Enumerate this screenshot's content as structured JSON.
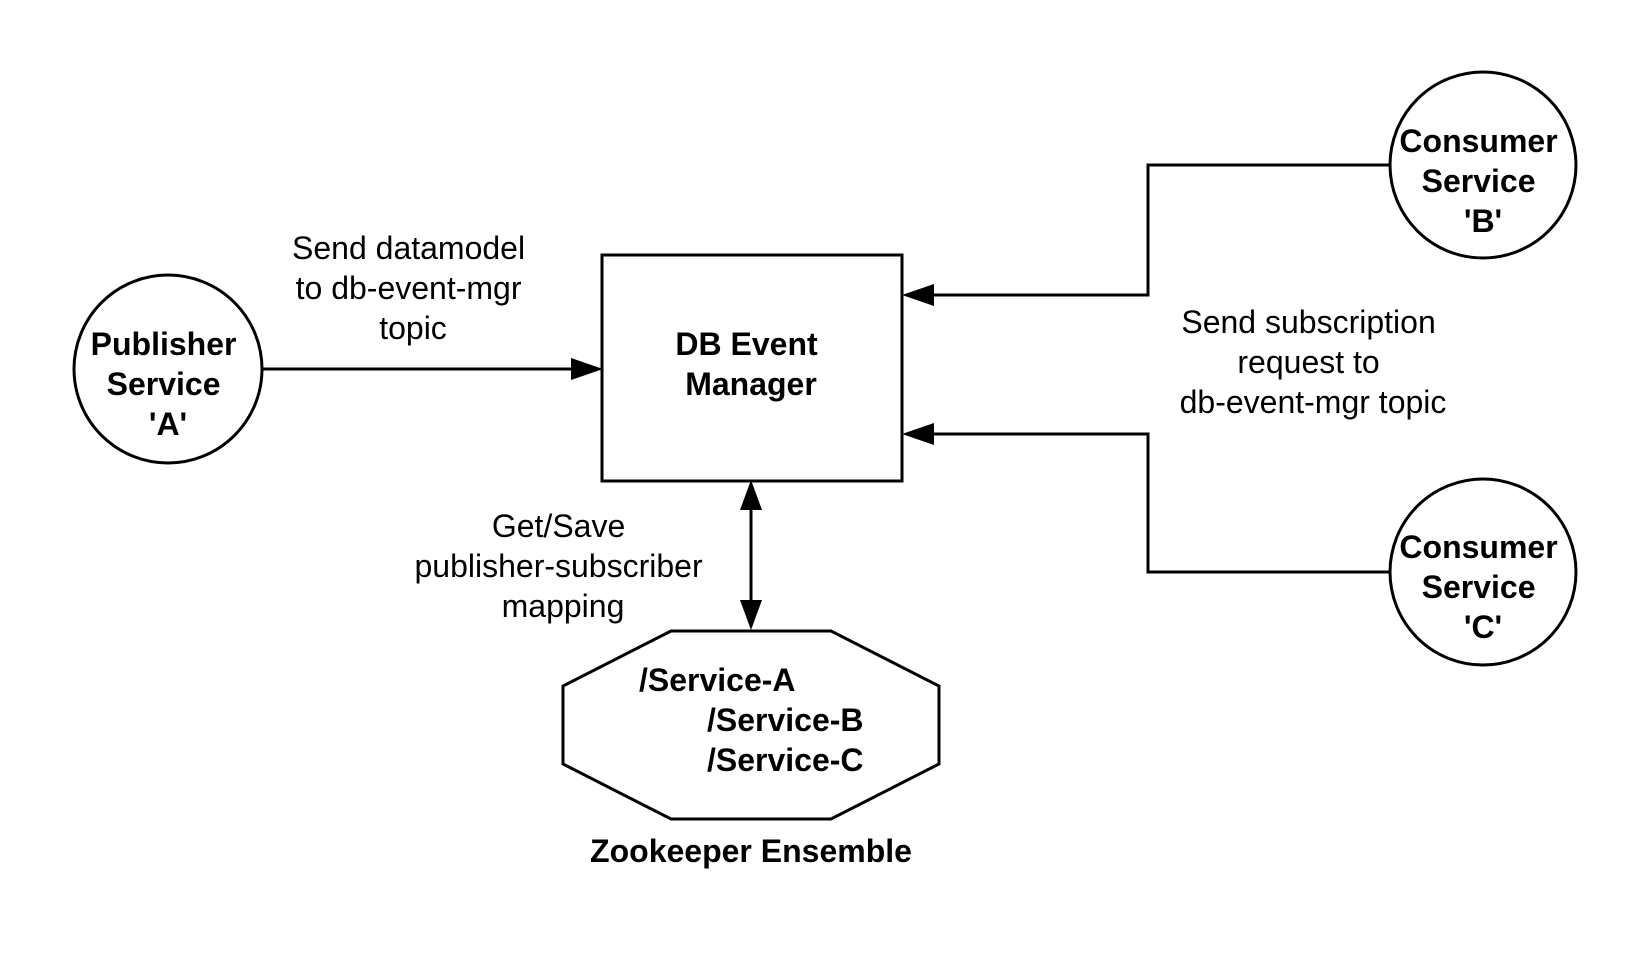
{
  "nodes": {
    "publisher": {
      "lines": [
        "Publisher",
        "Service",
        "'A'"
      ]
    },
    "manager": {
      "lines": [
        "DB Event",
        "Manager"
      ]
    },
    "consumer_b": {
      "lines": [
        "Consumer",
        "Service",
        "'B'"
      ]
    },
    "consumer_c": {
      "lines": [
        "Consumer",
        "Service",
        "'C'"
      ]
    },
    "zookeeper": {
      "lines": [
        "/Service-A",
        "/Service-B",
        "/Service-C"
      ],
      "caption": "Zookeeper Ensemble"
    }
  },
  "edges": {
    "publish": {
      "lines": [
        "Send datamodel",
        "to db-event-mgr",
        "topic"
      ]
    },
    "subscribe": {
      "lines": [
        "Send subscription",
        "request to",
        "db-event-mgr topic"
      ]
    },
    "mapping": {
      "lines": [
        "Get/Save",
        "publisher-subscriber",
        "mapping"
      ]
    }
  },
  "colors": {
    "stroke": "#000000",
    "fill": "#ffffff",
    "text": "#000000"
  }
}
